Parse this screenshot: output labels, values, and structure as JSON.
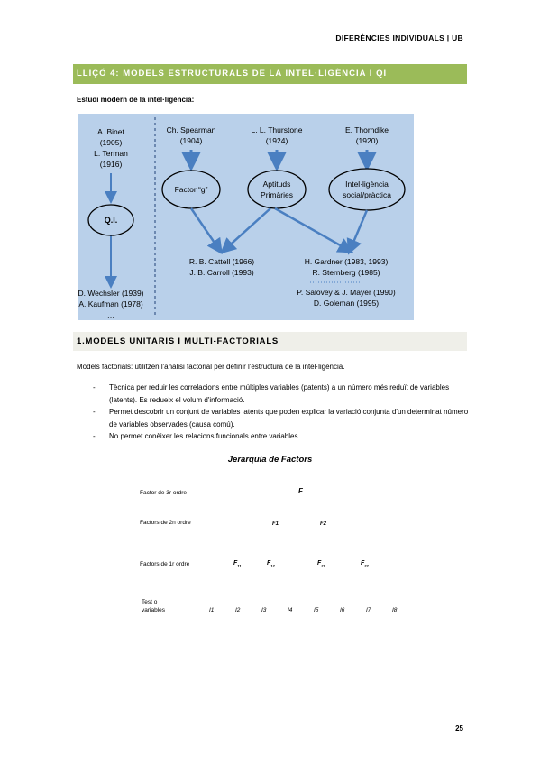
{
  "header": {
    "course": "DIFERÈNCIES INDIVIDUALS | UB"
  },
  "lesson": {
    "title": "LLIÇÓ 4: MODELS ESTRUCTURALS DE LA INTEL·LIGÈNCIA I QI"
  },
  "intro": "Estudi modern de la intel·ligència:",
  "diagram": {
    "left_col": {
      "line1": "A.  Binet",
      "line2": "(1905)",
      "line3": "L. Terman",
      "line4": "(1916)"
    },
    "qi": "Q.I.",
    "bottom_left": {
      "line1": "D. Wechsler (1939)",
      "line2": "A. Kaufman (1978)",
      "line3": "…"
    },
    "spearman": {
      "name": "Ch. Spearman",
      "year": "(1904)"
    },
    "thurstone": {
      "name": "L. L. Thurstone",
      "year": "(1924)"
    },
    "thorndike": {
      "name": "E. Thorndike",
      "year": "(1920)"
    },
    "factor_g": "Factor “g”",
    "aptituds": {
      "line1": "Aptituds",
      "line2": "Primàries"
    },
    "social": {
      "line1": "Intel·ligència",
      "line2": "social/pràctica"
    },
    "cattell": "R. B. Cattell (1966)",
    "carroll": "J. B. Carroll (1993)",
    "gardner": "H. Gardner (1983, 1993)",
    "sternberg": "R. Sternberg (1985)",
    "salovey": "P. Salovey & J. Mayer (1990)",
    "goleman": "D. Goleman (1995)"
  },
  "section": {
    "title": "1.MODELS UNITARIS I MULTI-FACTORIALS"
  },
  "models_text": "Models factorials: utilitzen l'anàlisi factorial per definir l'estructura de la intel·ligència.",
  "bullets": [
    {
      "dash": "-",
      "text": "Tècnica per reduir les correlacions entre múltiples variables (patents) a un número més reduït de variables (latents). Es redueix el volum d'informació."
    },
    {
      "dash": "-",
      "text": "Permet descobrir un conjunt de variables latents que poden explicar la variació conjunta d'un determinat número de variables observades (causa comú)."
    },
    {
      "dash": "-",
      "text": "No permet conèixer les relacions funcionals entre variables."
    }
  ],
  "hierarchy": {
    "title": "Jerarquia de Factors",
    "level3": "Factor de 3r ordre",
    "level2": "Factors de 2n ordre",
    "level1": "Factors de 1r ordre",
    "test_line1": "Test  o",
    "test_line2": "variables",
    "f3": "F",
    "f2": [
      {
        "base": "F1"
      },
      {
        "base": "F2"
      }
    ],
    "f1": [
      {
        "base": "F",
        "sub": "11"
      },
      {
        "base": "F",
        "sub": "12"
      },
      {
        "base": "F",
        "sub": "21"
      },
      {
        "base": "F",
        "sub": "22"
      }
    ],
    "variables": [
      "I1",
      "I2",
      "I3",
      "I4",
      "I5",
      "I6",
      "I7",
      "I8"
    ]
  },
  "page_number": "25"
}
